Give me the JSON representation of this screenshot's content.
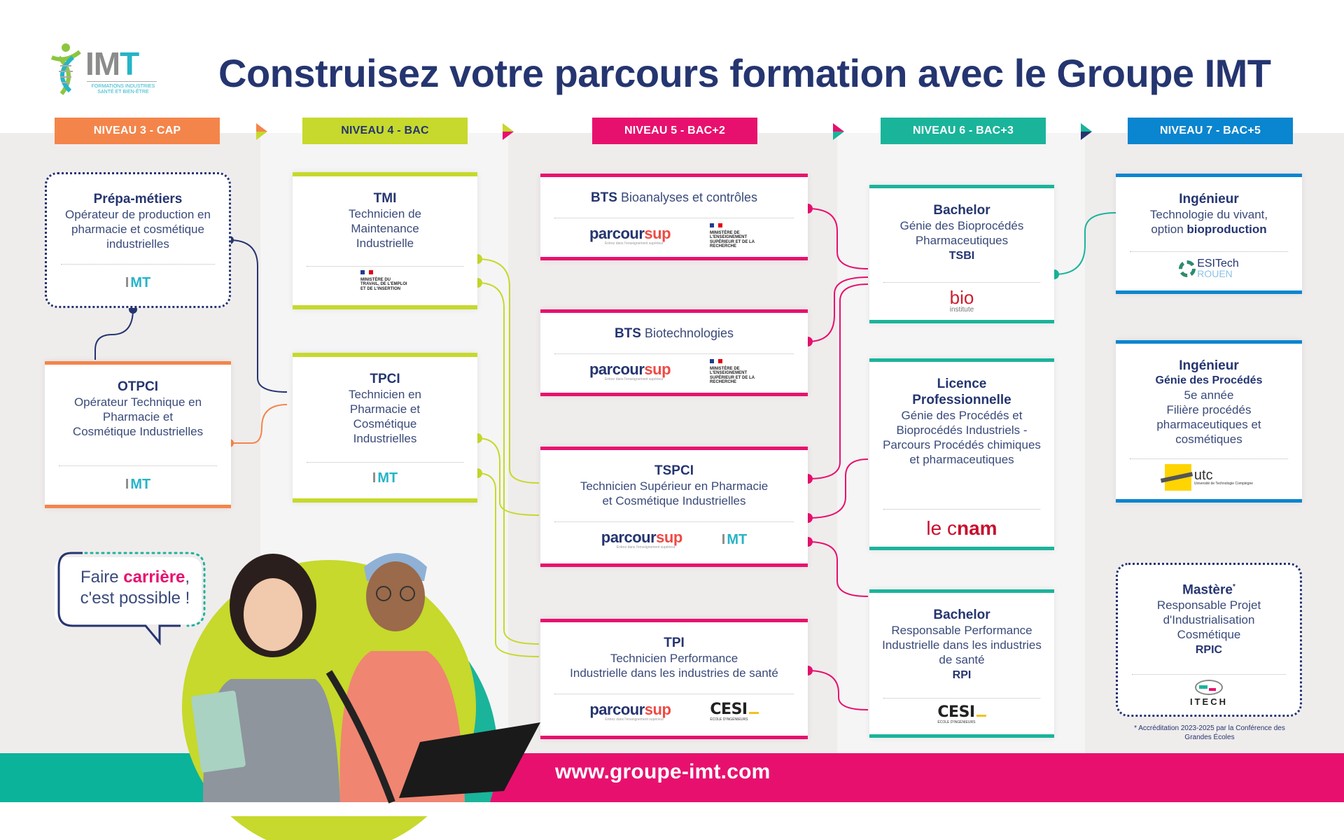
{
  "header": {
    "logo": {
      "letters": [
        "I",
        "M",
        "T"
      ],
      "tagline_line1": "FORMATIONS INDUSTRIES",
      "tagline_line2": "SANTÉ ET BIEN-ÊTRE"
    },
    "title_prefix": "Construisez votre ",
    "title_bold": "parcours formation",
    "title_suffix": " avec le Groupe IMT"
  },
  "colors": {
    "navy": "#253570",
    "orange": "#f4854a",
    "lime": "#c6d92c",
    "pink": "#e8106e",
    "teal": "#1ab49b",
    "blue": "#0a85cf"
  },
  "levels": [
    {
      "label": "NIVEAU 3 - CAP",
      "color": "#f4854a"
    },
    {
      "label": "NIVEAU 4 - BAC",
      "color": "#c6d92c"
    },
    {
      "label": "NIVEAU 5 - BAC+2",
      "color": "#e8106e"
    },
    {
      "label": "NIVEAU 6 - BAC+3",
      "color": "#1ab49b"
    },
    {
      "label": "NIVEAU 7 - BAC+5",
      "color": "#0a85cf"
    }
  ],
  "cards": {
    "prepa": {
      "title": "Prépa-métiers",
      "desc": "Opérateur de production en pharmacie et cosmétique industrielles",
      "logos": [
        "IMT"
      ]
    },
    "otpci": {
      "title": "OTPCI",
      "desc": "Opérateur Technique en Pharmacie et Cosmétique Industrielles",
      "logos": [
        "IMT"
      ]
    },
    "tmi": {
      "title": "TMI",
      "desc": "Technicien de Maintenance Industrielle",
      "logos": [
        "Ministère du Travail, de l'Emploi et de l'Insertion"
      ]
    },
    "tpci": {
      "title": "TPCI",
      "desc": "Technicien en Pharmacie et Cosmétique Industrielles",
      "logos": [
        "IMT"
      ]
    },
    "bts_bio": {
      "title": "BTS",
      "desc": "Bioanalyses et contrôles",
      "logos": [
        "parcoursup",
        "Ministère de l'Enseignement Supérieur et de la Recherche"
      ]
    },
    "bts_biotech": {
      "title": "BTS",
      "desc": "Biotechnologies",
      "logos": [
        "parcoursup",
        "Ministère de l'Enseignement Supérieur et de la Recherche"
      ]
    },
    "tspci": {
      "title": "TSPCI",
      "desc_line1": "Technicien Supérieur en Pharmacie",
      "desc_line2": "et Cosmétique Industrielles",
      "logos": [
        "parcoursup",
        "IMT"
      ]
    },
    "tpi": {
      "title": "TPI",
      "desc_line1": "Technicien Performance",
      "desc_line2": "Industrielle dans les industries de santé",
      "logos": [
        "parcoursup",
        "CESI"
      ]
    },
    "bachelor_tsbi": {
      "title": "Bachelor",
      "desc": "Génie des Bioprocédés Pharmaceutiques",
      "code": "TSBI",
      "logos": [
        "bio3 institute"
      ]
    },
    "licence_pro": {
      "title": "Licence Professionnelle",
      "desc": "Génie des Procédés et Bioprocédés Industriels - Parcours Procédés chimiques et pharmaceutiques",
      "logos": [
        "le cnam"
      ]
    },
    "bachelor_rpi": {
      "title": "Bachelor",
      "desc": "Responsable Performance Industrielle dans les industries de santé",
      "code": "RPI",
      "logos": [
        "CESI"
      ]
    },
    "ing_esitech": {
      "title": "Ingénieur",
      "desc_line1": "Technologie du vivant,",
      "desc_line2_prefix": "option ",
      "desc_line2_bold": "bioproduction",
      "logos": [
        "ESITech Rouen"
      ]
    },
    "ing_utc": {
      "title": "Ingénieur",
      "subtitle": "Génie des Procédés",
      "year": "5e année",
      "desc": "Filière procédés pharmaceutiques et cosmétiques",
      "logos": [
        "utc"
      ]
    },
    "mastere": {
      "title": "Mastère",
      "asterisk": "*",
      "desc": "Responsable Projet d'Industrialisation Cosmétique",
      "code": "RPIC",
      "logos": [
        "ITECH"
      ]
    }
  },
  "logo_text": {
    "parcoursup_a": "parcour",
    "parcoursup_b": "sup",
    "parcoursup_tag": "Entrez dans l'enseignement supérieur",
    "min_travail": "MINISTÈRE DU TRAVAIL, DE L'EMPLOI ET DE L'INSERTION",
    "min_esr": "MINISTÈRE DE L'ENSEIGNEMENT SUPÉRIEUR ET DE LA RECHERCHE",
    "cesi": "CESI",
    "cesi_tag": "ÉCOLE D'INGÉNIEURS",
    "bio": "bio",
    "bio_tag": "institute",
    "cnam_a": "le c",
    "cnam_b": "nam",
    "esitech_a": "ESITech",
    "esitech_b": "ROUEN",
    "utc": "utc",
    "utc_tag": "Université de Technologie Compiègne",
    "itech": "ITECH",
    "imt_i": "I",
    "imt_mt": "MT"
  },
  "note": "* Accréditation 2023-2025 par la Conférence des Grandes Écoles",
  "bubble": {
    "prefix": "Faire ",
    "bold": "carrière",
    "suffix": ",",
    "line2": "c'est possible !"
  },
  "footer": {
    "url": "www.groupe-imt.com"
  }
}
